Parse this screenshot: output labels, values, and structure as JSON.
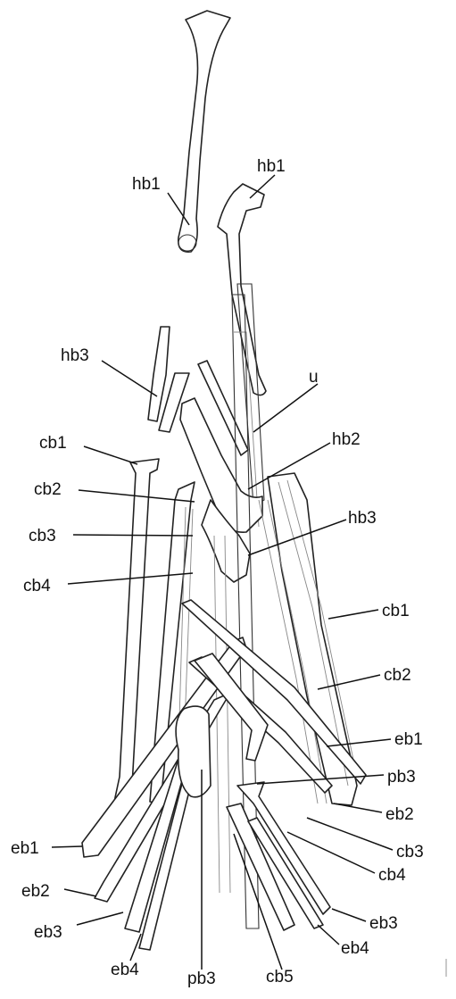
{
  "labels": {
    "hb1_left": "hb1",
    "hb1_right": "hb1",
    "u": "u",
    "hb3_left": "hb3",
    "hb2": "hb2",
    "hb3_right": "hb3",
    "cb1_left": "cb1",
    "cb2_left": "cb2",
    "cb3_left": "cb3",
    "cb4_left": "cb4",
    "cb1_right": "cb1",
    "cb2_right": "cb2",
    "eb1_right": "eb1",
    "pb3_right": "pb3",
    "eb2_right": "eb2",
    "cb3_right": "cb3",
    "cb4_right": "cb4",
    "eb3_right": "eb3",
    "eb4_right": "eb4",
    "eb1_left": "eb1",
    "eb2_left": "eb2",
    "eb3_left": "eb3",
    "eb4_bottom": "eb4",
    "pb3_bottom": "pb3",
    "cb5_bottom": "cb5"
  }
}
